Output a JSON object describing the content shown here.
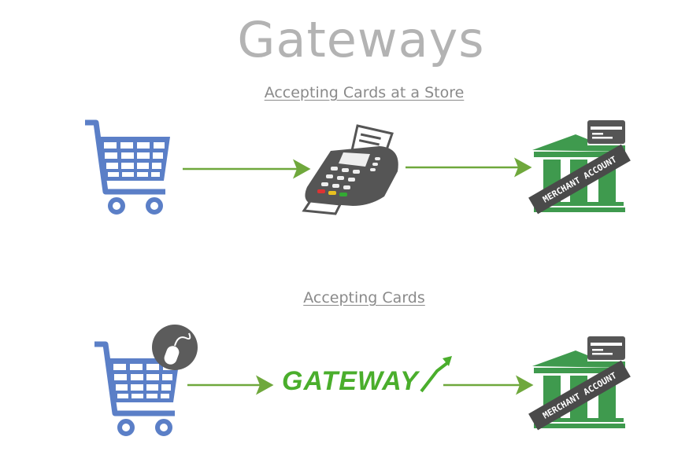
{
  "title": "Gateways",
  "rows": [
    {
      "heading": "Accepting Cards at a Store",
      "steps": [
        "shopping-cart-icon",
        "card-terminal-icon",
        "merchant-account-bank-icon"
      ]
    },
    {
      "heading": "Accepting Cards",
      "steps": [
        "shopping-cart-mouse-icon",
        "gateway-logo",
        "merchant-account-bank-icon"
      ],
      "gateway_label": "GATEWAY"
    }
  ],
  "bank_label": "MERCHANT ACCOUNT",
  "colors": {
    "cart": "#5b7fc7",
    "arrow": "#6fa83c",
    "bank": "#3f9a4e",
    "gateway": "#4aae2c",
    "dark": "#5a5a5a",
    "title": "#b3b3b3"
  }
}
